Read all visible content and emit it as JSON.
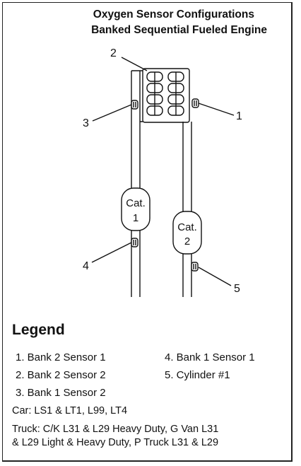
{
  "title": {
    "line1": "Oxygen Sensor Configurations",
    "line2": "Banked Sequential Fueled Engine"
  },
  "diagram": {
    "callouts": [
      "5",
      "4",
      "1",
      "3",
      "2"
    ],
    "cat1_line1": "Cat.",
    "cat1_line2": "1",
    "cat2_line1": "Cat.",
    "cat2_line2": "2"
  },
  "legend": {
    "heading": "Legend",
    "items": [
      "1.  Bank 2 Sensor 1",
      "2.  Bank 2 Sensor 2",
      "3.  Bank 1 Sensor 2",
      "4.  Bank 1 Sensor 1",
      "5.  Cylinder #1"
    ],
    "car": "Car: LS1 & LT1, L99, LT4",
    "truck_line1": "Truck: C/K L31 & L29 Heavy Duty, G Van L31",
    "truck_line2": "& L29 Light & Heavy Duty, P Truck L31 & L29"
  }
}
